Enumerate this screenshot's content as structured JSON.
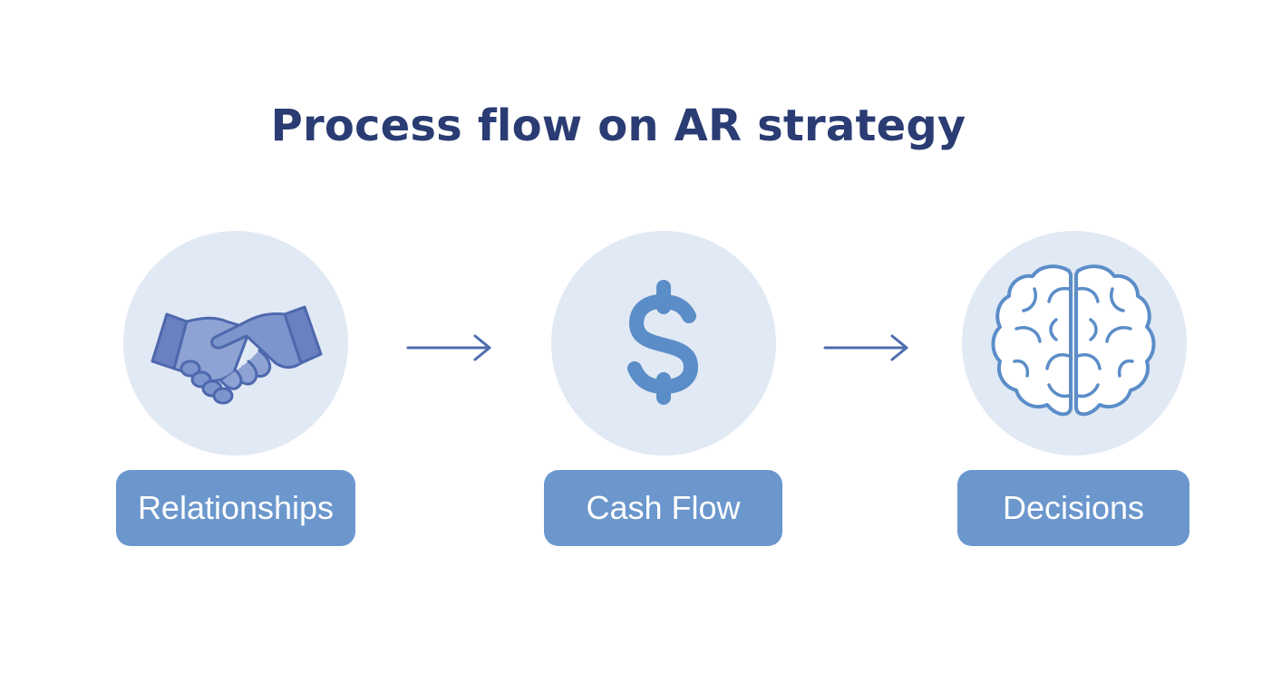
{
  "title": "Process flow on AR strategy",
  "colors": {
    "title": "#2a3c73",
    "circle_fill": "#e1e9f4",
    "label_fill": "#6b97cd",
    "icon_blue": "#5b8dc8",
    "handshake_fill": "#7d95cc",
    "handshake_stroke": "#4d68ad",
    "arrow": "#4e6eae"
  },
  "steps": [
    {
      "label": "Relationships",
      "icon": "handshake-icon"
    },
    {
      "label": "Cash Flow",
      "icon": "dollar-icon"
    },
    {
      "label": "Decisions",
      "icon": "brain-icon"
    }
  ]
}
